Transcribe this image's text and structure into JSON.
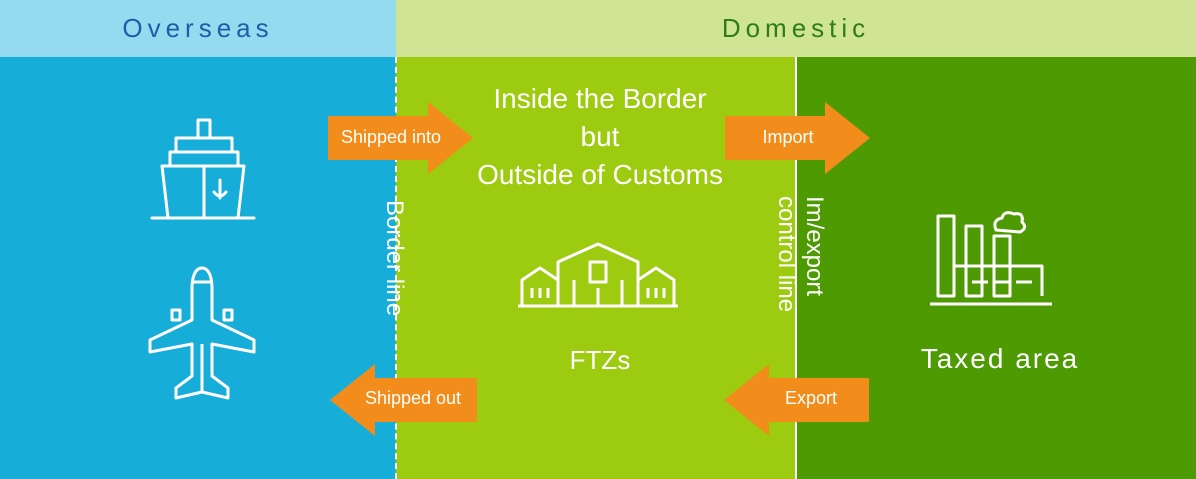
{
  "header": {
    "overseas": "Overseas",
    "domestic": "Domestic"
  },
  "zones": {
    "ftz_title": [
      "Inside the Border",
      "but",
      "Outside of Customs"
    ],
    "ftz_label": "FTZs",
    "taxed_label": "Taxed area"
  },
  "lines": {
    "border": "Border line",
    "control": [
      "Im/export",
      "control line"
    ]
  },
  "arrows": {
    "shipped_into": "Shipped into",
    "import": "Import",
    "shipped_out": "Shipped out",
    "export": "Export"
  },
  "icons": {
    "ship": "ship-icon",
    "plane": "airplane-icon",
    "warehouse": "warehouse-icon",
    "factory": "factory-icon"
  },
  "colors": {
    "overseas_header": "#94dbef",
    "domestic_header": "#cfe495",
    "overseas_zone": "#16aed9",
    "ftz_zone": "#9ccb0f",
    "taxed_zone": "#4d9a03",
    "arrow": "#f28c1a"
  }
}
